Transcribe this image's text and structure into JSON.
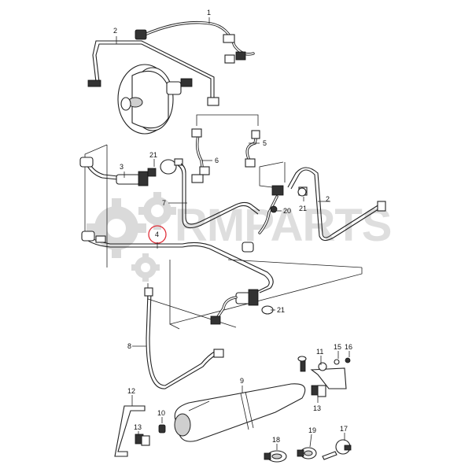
{
  "watermark": {
    "text": "RMPARTS",
    "color": "#c9c9c9"
  },
  "highlight": {
    "callout": "4",
    "color": "#e0303a"
  },
  "callouts": {
    "c1": "1",
    "c2a": "2",
    "c2b": "2",
    "c3": "3",
    "c4": "4",
    "c5": "5",
    "c6": "6",
    "c7": "7",
    "c8": "8",
    "c9": "9",
    "c10": "10",
    "c11": "11",
    "c12": "12",
    "c13a": "13",
    "c13b": "13",
    "c15": "15",
    "c16": "16",
    "c17": "17",
    "c18": "18",
    "c19": "19",
    "c20": "20",
    "c21a": "21",
    "c21b": "21",
    "c21c": "21"
  }
}
